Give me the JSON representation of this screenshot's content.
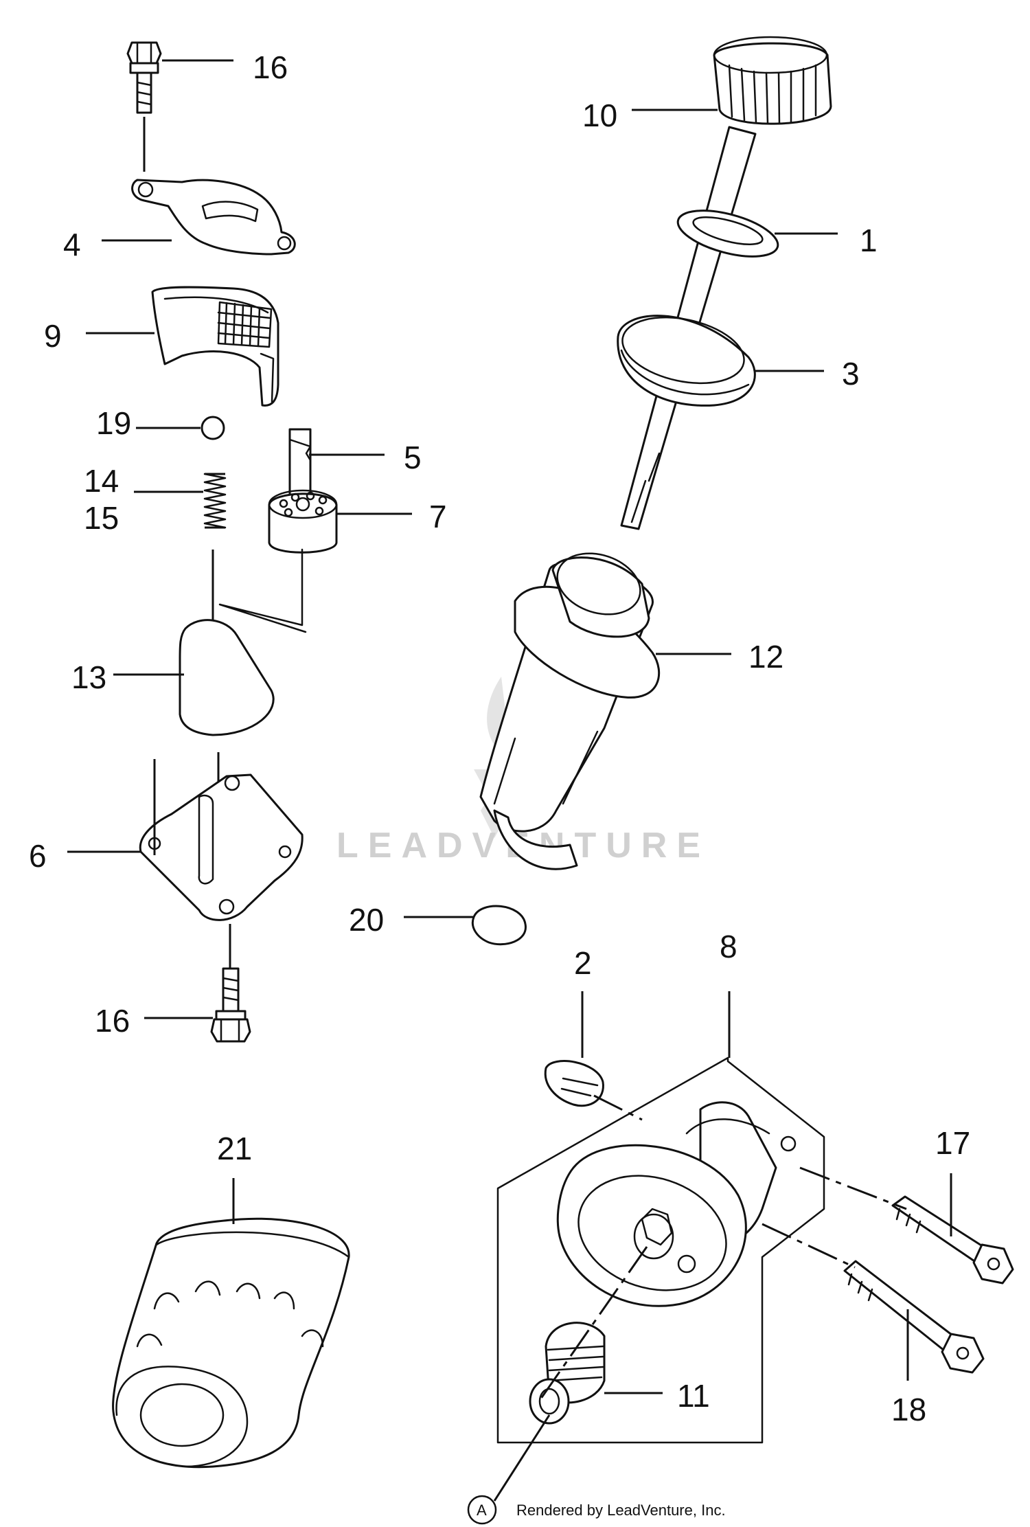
{
  "callouts": {
    "c16a": "16",
    "c10": "10",
    "c1": "1",
    "c4": "4",
    "c9": "9",
    "c3": "3",
    "c19": "19",
    "c5": "5",
    "c14": "14",
    "c15": "15",
    "c7": "7",
    "c12": "12",
    "c13": "13",
    "c6": "6",
    "c20": "20",
    "c2": "2",
    "c8": "8",
    "c16b": "16",
    "c17": "17",
    "c21": "21",
    "c11": "11",
    "c18": "18"
  },
  "watermark": {
    "text": "LEADVENTURE"
  },
  "reference_marker": "A",
  "credit": "Rendered by LeadVenture, Inc."
}
